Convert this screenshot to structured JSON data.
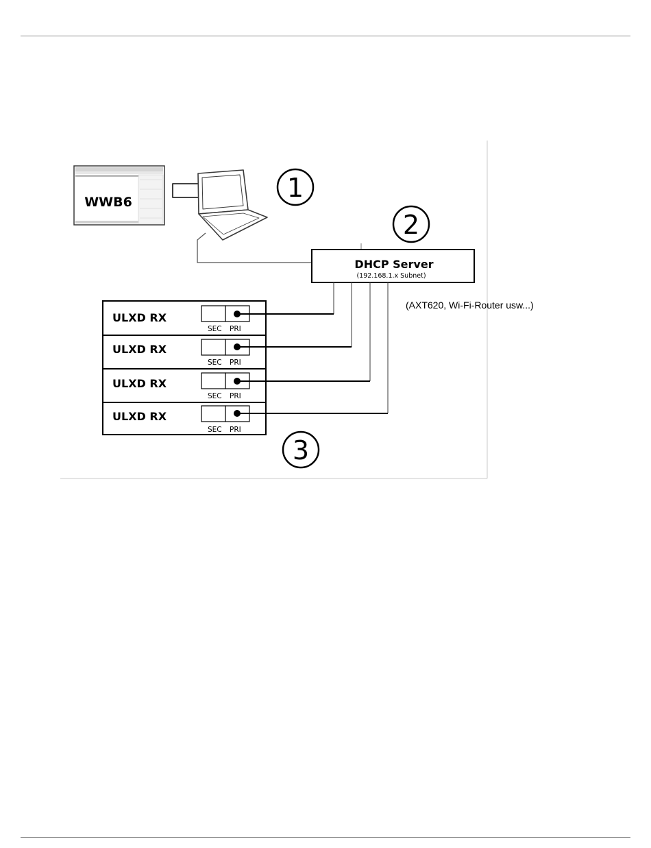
{
  "software": {
    "label": "WWB6"
  },
  "steps": [
    "1",
    "2",
    "3"
  ],
  "server": {
    "title": "DHCP Server",
    "subtitle": "(192.168.1.x Subnet)"
  },
  "side_note": "(AXT620, Wi-Fi-Router usw...)",
  "receivers": [
    {
      "label": "ULXD RX",
      "port_sec": "SEC",
      "port_pri": "PRI"
    },
    {
      "label": "ULXD RX",
      "port_sec": "SEC",
      "port_pri": "PRI"
    },
    {
      "label": "ULXD RX",
      "port_sec": "SEC",
      "port_pri": "PRI"
    },
    {
      "label": "ULXD RX",
      "port_sec": "SEC",
      "port_pri": "PRI"
    }
  ]
}
